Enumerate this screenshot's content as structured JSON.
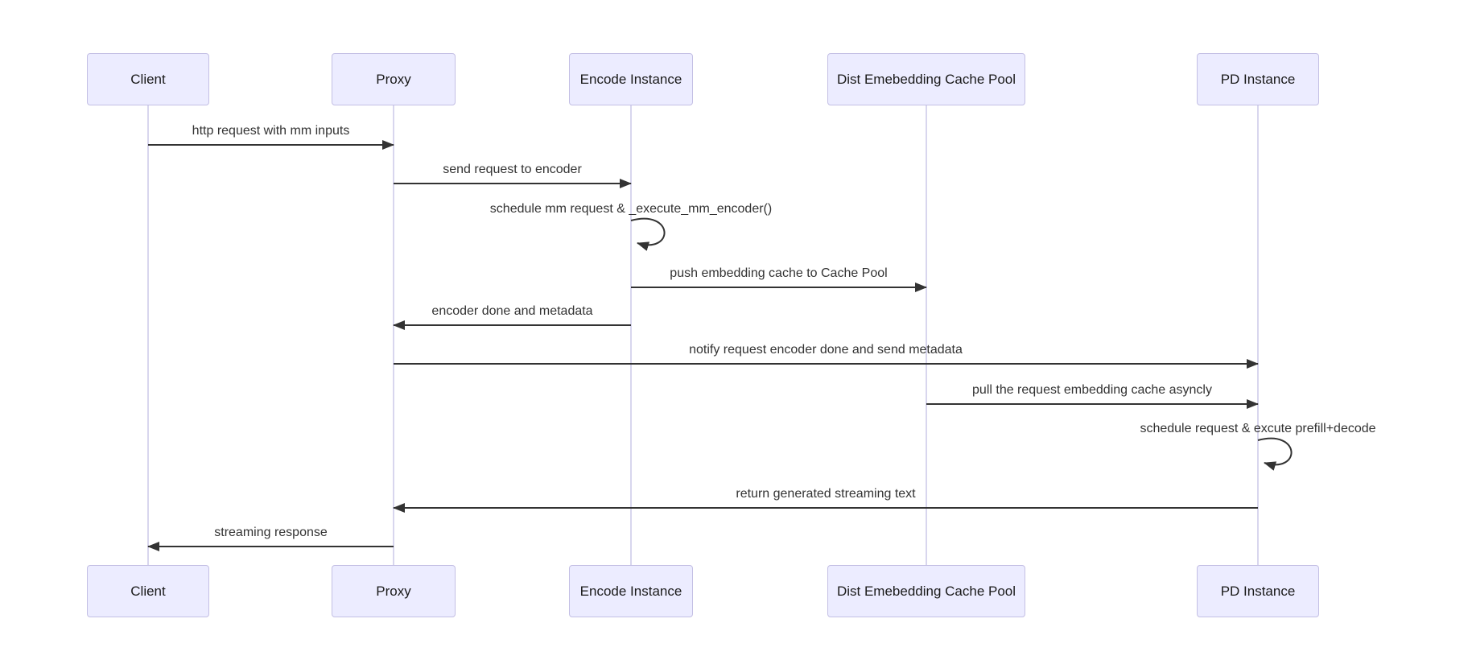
{
  "diagram": {
    "type": "sequence-diagram",
    "background": "#FFFFFF",
    "colors": {
      "actor_fill": "#ECECFF",
      "actor_border": "#C3BFE4",
      "lifeline": "#CCC9E8",
      "arrow": "#333333",
      "text": "#333333"
    },
    "actors": [
      {
        "id": "client",
        "label": "Client"
      },
      {
        "id": "proxy",
        "label": "Proxy"
      },
      {
        "id": "encode",
        "label": "Encode Instance"
      },
      {
        "id": "cache",
        "label": "Dist Emebedding Cache Pool"
      },
      {
        "id": "pd",
        "label": "PD Instance"
      }
    ],
    "messages": [
      {
        "label": "http request with mm inputs",
        "from": "client",
        "to": "proxy",
        "kind": "arrow"
      },
      {
        "label": "send request to encoder",
        "from": "proxy",
        "to": "encode",
        "kind": "arrow"
      },
      {
        "label": "schedule mm request & _execute_mm_encoder()",
        "from": "encode",
        "to": "encode",
        "kind": "self"
      },
      {
        "label": "push embedding cache to Cache Pool",
        "from": "encode",
        "to": "cache",
        "kind": "arrow"
      },
      {
        "label": "encoder done and metadata",
        "from": "encode",
        "to": "proxy",
        "kind": "arrow"
      },
      {
        "label": "notify request encoder done and send metadata",
        "from": "proxy",
        "to": "pd",
        "kind": "arrow"
      },
      {
        "label": "pull the request embedding cache asyncly",
        "from": "cache",
        "to": "pd",
        "kind": "arrow"
      },
      {
        "label": "schedule request & excute prefill+decode",
        "from": "pd",
        "to": "pd",
        "kind": "self"
      },
      {
        "label": "return generated streaming text",
        "from": "pd",
        "to": "proxy",
        "kind": "arrow"
      },
      {
        "label": "streaming response",
        "from": "proxy",
        "to": "client",
        "kind": "arrow"
      }
    ]
  }
}
